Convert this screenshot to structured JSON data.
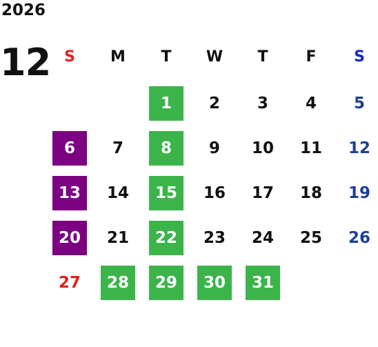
{
  "year": "2026",
  "month": "12",
  "weekdays": [
    "S",
    "M",
    "T",
    "W",
    "T",
    "F",
    "S"
  ],
  "colors": {
    "green_highlight": "#3bb54a",
    "purple_highlight": "#7b0082",
    "sunday_text": "#e0221b",
    "saturday_header": "#1528c8",
    "saturday_text": "#1e3f94"
  },
  "weeks": [
    [
      null,
      null,
      {
        "d": "1",
        "h": "green"
      },
      {
        "d": "2"
      },
      {
        "d": "3"
      },
      {
        "d": "4"
      },
      {
        "d": "5"
      }
    ],
    [
      {
        "d": "6",
        "h": "purple"
      },
      {
        "d": "7"
      },
      {
        "d": "8",
        "h": "green"
      },
      {
        "d": "9"
      },
      {
        "d": "10"
      },
      {
        "d": "11"
      },
      {
        "d": "12"
      }
    ],
    [
      {
        "d": "13",
        "h": "purple"
      },
      {
        "d": "14"
      },
      {
        "d": "15",
        "h": "green"
      },
      {
        "d": "16"
      },
      {
        "d": "17"
      },
      {
        "d": "18"
      },
      {
        "d": "19"
      }
    ],
    [
      {
        "d": "20",
        "h": "purple"
      },
      {
        "d": "21"
      },
      {
        "d": "22",
        "h": "green"
      },
      {
        "d": "23"
      },
      {
        "d": "24"
      },
      {
        "d": "25"
      },
      {
        "d": "26"
      }
    ],
    [
      {
        "d": "27"
      },
      {
        "d": "28",
        "h": "green"
      },
      {
        "d": "29",
        "h": "green"
      },
      {
        "d": "30",
        "h": "green"
      },
      {
        "d": "31",
        "h": "green"
      },
      null,
      null
    ]
  ]
}
